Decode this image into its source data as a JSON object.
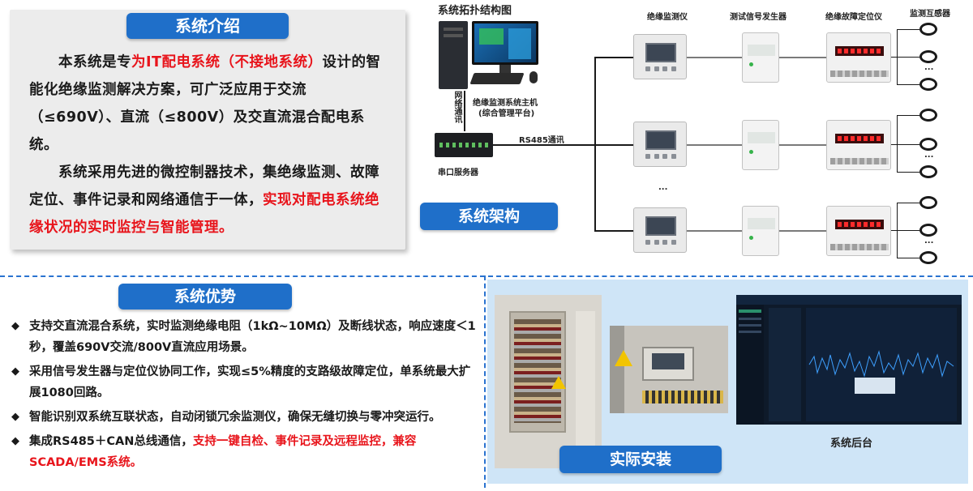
{
  "intro": {
    "title": "系统介绍",
    "para1_a": "本系统是专",
    "para1_red": "为IT配电系统（不接地系统）",
    "para1_b": "设计的智能化绝缘监测解决方案，可广泛应用于交流（≤690V）、直流（≤800V）及交直流混合配电系统。",
    "para2_a": "系统采用先进的微控制器技术，集绝缘监测、故障定位、事件记录和网络通信于一体，",
    "para2_red": "实现对配电系统绝缘状况的实时监控与智能管理。"
  },
  "architecture": {
    "topology_title": "系统拓扑结构图",
    "badge": "系统架构",
    "host_label_1": "绝缘监测系统主机",
    "host_label_2": "(综合管理平台)",
    "network_label": "网络通讯",
    "serial_label": "串口服务器",
    "rs485_label": "RS485通讯",
    "col_monitor": "绝缘监测仪",
    "col_generator": "测试信号发生器",
    "col_locator": "绝缘故障定位仪",
    "col_ct": "监测互感器",
    "ellipsis": "..."
  },
  "advantages": {
    "title": "系统优势",
    "items": [
      {
        "text": "支持交直流混合系统，实时监测绝缘电阻（1kΩ~10MΩ）及断线状态，响应速度＜1秒，覆盖690V交流/800V直流应用场景。"
      },
      {
        "text": "采用信号发生器与定位仪协同工作，实现≤5%精度的支路级故障定位，单系统最大扩展1080回路。"
      },
      {
        "text": "智能识别双系统互联状态，自动闭锁冗余监测仪，确保无缝切换与零冲突运行。"
      },
      {
        "text_a": "集成RS485＋CAN总线通信，",
        "text_red": "支持一键自检、事件记录及远程监控，兼容SCADA/EMS系统。"
      }
    ],
    "bullet": "◆"
  },
  "installation": {
    "badge": "实际安装",
    "backend_caption": "系统后台"
  },
  "colors": {
    "accent_blue": "#1f6fc9",
    "highlight_red": "#e8141b",
    "install_bg": "#cfe5f7"
  }
}
